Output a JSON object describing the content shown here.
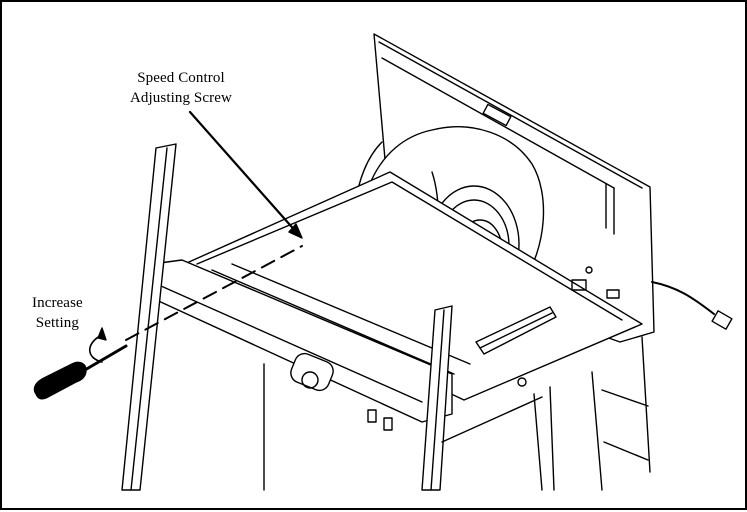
{
  "figure": {
    "callouts": {
      "speed_control": {
        "line1": "Speed Control",
        "line2": "Adjusting Screw"
      },
      "increase": {
        "line1": "Increase",
        "line2": "Setting"
      }
    }
  }
}
